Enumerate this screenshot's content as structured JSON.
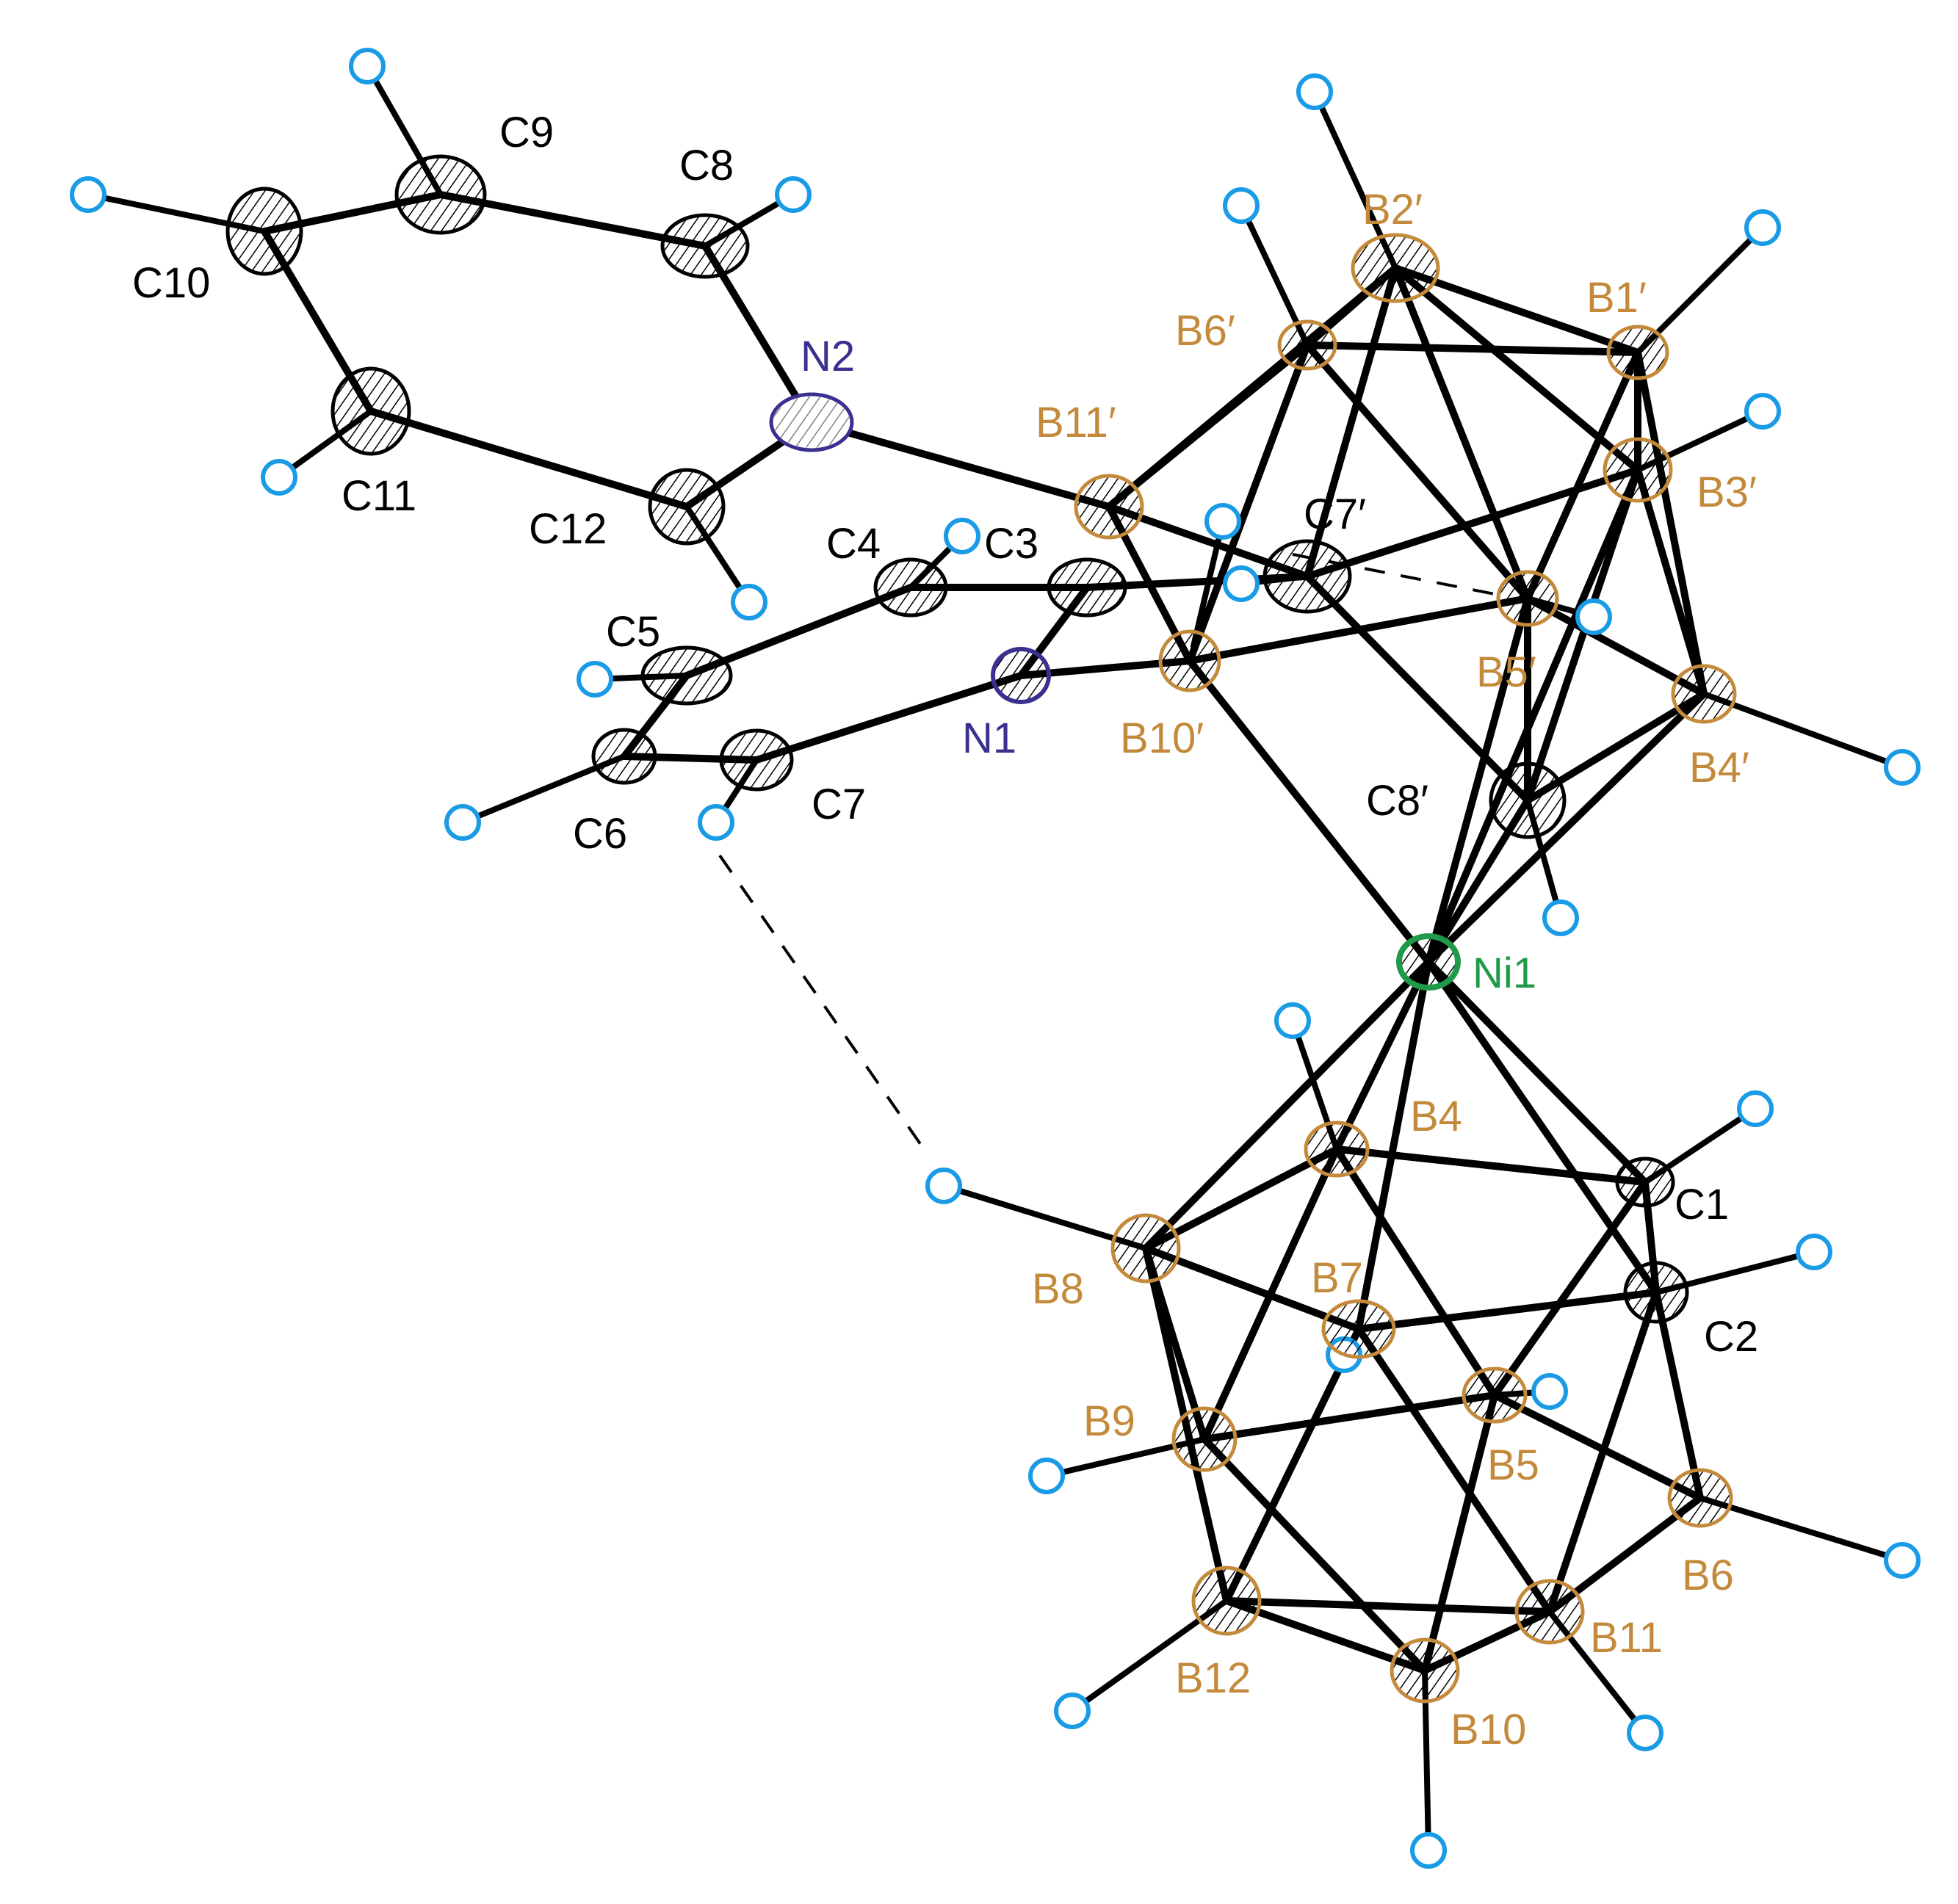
{
  "figure": {
    "colors": {
      "carbon": "#000000",
      "boron": "#c48a3c",
      "nitrogen": "#3a3090",
      "nickel": "#1f9a4a",
      "hydrogen": "#1a9be6"
    },
    "atoms": [
      {
        "id": "Ni1",
        "label": "Ni1",
        "element": "Ni"
      },
      {
        "id": "N1",
        "label": "N1",
        "element": "N"
      },
      {
        "id": "N2",
        "label": "N2",
        "element": "N"
      },
      {
        "id": "C1",
        "label": "C1",
        "element": "C"
      },
      {
        "id": "C2",
        "label": "C2",
        "element": "C"
      },
      {
        "id": "C3",
        "label": "C3",
        "element": "C"
      },
      {
        "id": "C4",
        "label": "C4",
        "element": "C"
      },
      {
        "id": "C5",
        "label": "C5",
        "element": "C"
      },
      {
        "id": "C6",
        "label": "C6",
        "element": "C"
      },
      {
        "id": "C7",
        "label": "C7",
        "element": "C"
      },
      {
        "id": "C8",
        "label": "C8",
        "element": "C"
      },
      {
        "id": "C9",
        "label": "C9",
        "element": "C"
      },
      {
        "id": "C10",
        "label": "C10",
        "element": "C"
      },
      {
        "id": "C11",
        "label": "C11",
        "element": "C"
      },
      {
        "id": "C12",
        "label": "C12",
        "element": "C"
      },
      {
        "id": "C7p",
        "label": "C7′",
        "element": "C"
      },
      {
        "id": "C8p",
        "label": "C8′",
        "element": "C"
      },
      {
        "id": "B1p",
        "label": "B1′",
        "element": "B"
      },
      {
        "id": "B2p",
        "label": "B2′",
        "element": "B"
      },
      {
        "id": "B3p",
        "label": "B3′",
        "element": "B"
      },
      {
        "id": "B4p",
        "label": "B4′",
        "element": "B"
      },
      {
        "id": "B5p",
        "label": "B5′",
        "element": "B"
      },
      {
        "id": "B6p",
        "label": "B6′",
        "element": "B"
      },
      {
        "id": "B10p",
        "label": "B10′",
        "element": "B"
      },
      {
        "id": "B11p",
        "label": "B11′",
        "element": "B"
      },
      {
        "id": "B4",
        "label": "B4",
        "element": "B"
      },
      {
        "id": "B5",
        "label": "B5",
        "element": "B"
      },
      {
        "id": "B6",
        "label": "B6",
        "element": "B"
      },
      {
        "id": "B7",
        "label": "B7",
        "element": "B"
      },
      {
        "id": "B8",
        "label": "B8",
        "element": "B"
      },
      {
        "id": "B9",
        "label": "B9",
        "element": "B"
      },
      {
        "id": "B10",
        "label": "B10",
        "element": "B"
      },
      {
        "id": "B11",
        "label": "B11",
        "element": "B"
      },
      {
        "id": "B12",
        "label": "B12",
        "element": "B"
      }
    ]
  }
}
